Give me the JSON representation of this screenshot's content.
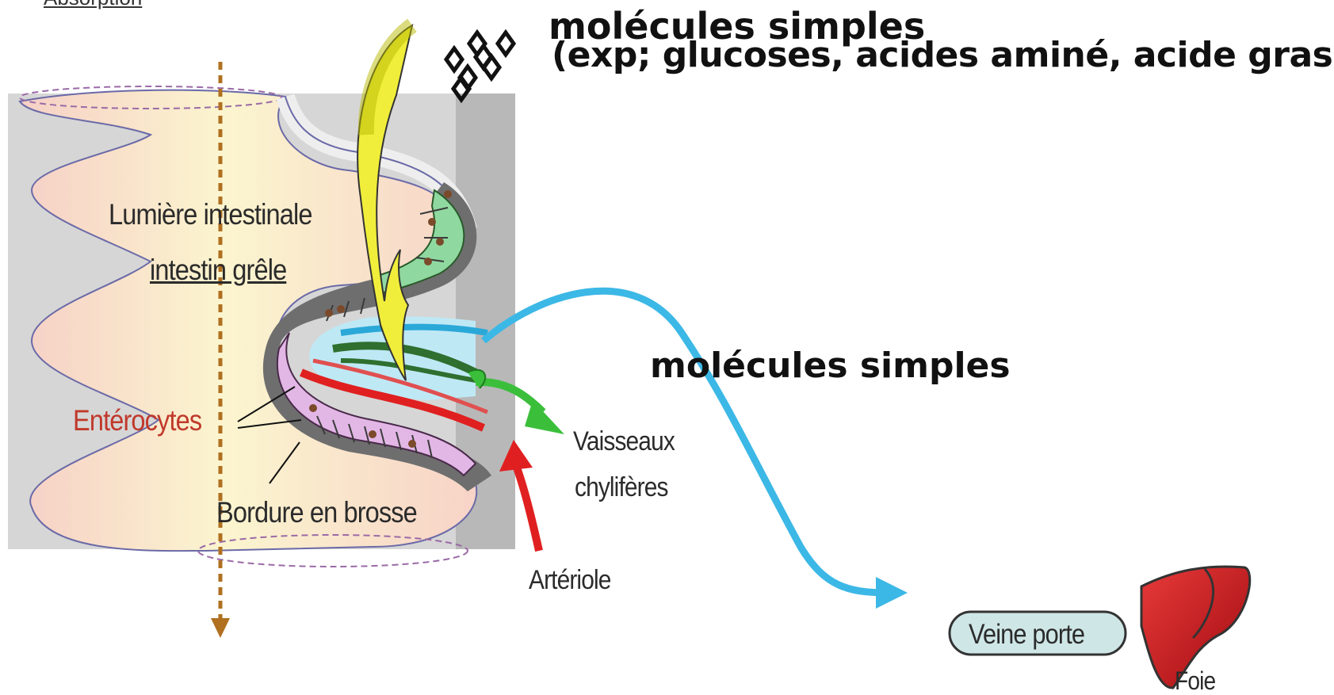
{
  "heading_top_left": "Absorption",
  "title_line1": "molécules simples",
  "title_line2": "(exp; glucoses, acides aminé, acide gras)",
  "middle_label": "molécules simples",
  "labels": {
    "lumiere": "Lumière intestinale",
    "intestin": "intestin grêle",
    "enterocytes": "Entérocytes",
    "bordure": "Bordure en brosse",
    "vaisseaux_line1": "Vaisseaux",
    "vaisseaux_line2": "chylifères",
    "arteriole": "Artériole",
    "veine": "Veine porte",
    "foie": "Foie"
  },
  "colors": {
    "lumen_pink": "#f6d2c8",
    "lumen_yellow": "#fbf6c8",
    "tissue_grey": "#d9d9d9",
    "enterocytes_red": "#c0392b",
    "portal_blue": "#3cb8e6",
    "lymph_green": "#3bbf3b",
    "artery_red": "#e02020",
    "liver_red": "#c8181c",
    "arrow_brown": "#b07020",
    "molecule_yellow": "#e6e650"
  }
}
